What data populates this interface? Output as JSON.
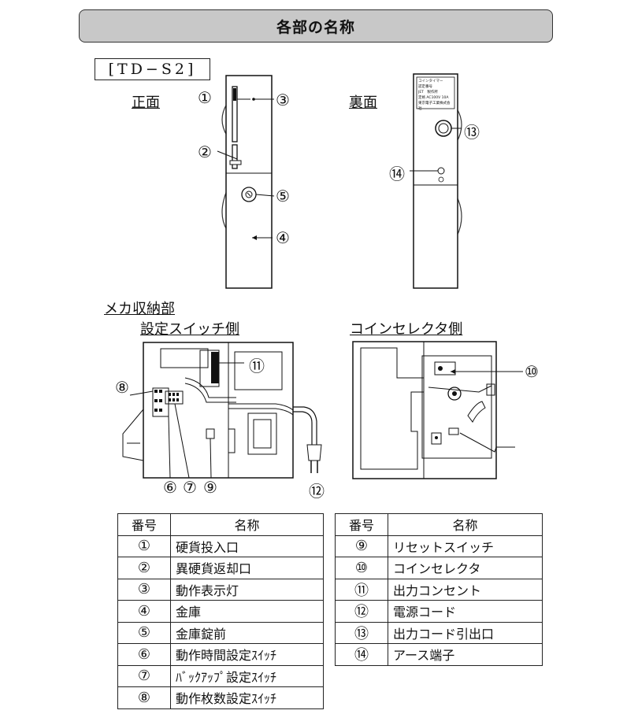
{
  "title": "各部の名称",
  "model": "[TD−S2]",
  "views": {
    "front": "正面",
    "back": "裏面"
  },
  "mecha": {
    "heading": "メカ収納部",
    "switch_side": "設定スイッチ側",
    "selector_side": "コインセレクタ側"
  },
  "rear_plate": {
    "line1": "コインタイマー",
    "line2": "認定番号",
    "line3": "JET　製作所",
    "line4": "定格 AC100V 10A",
    "line5": "東京電子工業株式会社"
  },
  "callouts": {
    "c1": "①",
    "c2": "②",
    "c3": "③",
    "c4": "④",
    "c5": "⑤",
    "c6": "⑥",
    "c7": "⑦",
    "c8": "⑧",
    "c9": "⑨",
    "c10": "⑩",
    "c11": "⑪",
    "c12": "⑫",
    "c13": "⑬",
    "c14": "⑭"
  },
  "table_left": {
    "headers": [
      "番号",
      "名称"
    ],
    "rows": [
      {
        "num": "①",
        "name": "硬貨投入口"
      },
      {
        "num": "②",
        "name": "異硬貨返却口"
      },
      {
        "num": "③",
        "name": "動作表示灯"
      },
      {
        "num": "④",
        "name": "金庫"
      },
      {
        "num": "⑤",
        "name": "金庫錠前"
      },
      {
        "num": "⑥",
        "name": "動作時間設定ｽｲｯﾁ"
      },
      {
        "num": "⑦",
        "name": "ﾊﾞｯｸｱｯﾌﾟ設定ｽｲｯﾁ"
      },
      {
        "num": "⑧",
        "name": "動作枚数設定ｽｲｯﾁ"
      }
    ]
  },
  "table_right": {
    "headers": [
      "番号",
      "名称"
    ],
    "rows": [
      {
        "num": "⑨",
        "name": "リセットスイッチ"
      },
      {
        "num": "⑩",
        "name": "コインセレクタ"
      },
      {
        "num": "⑪",
        "name": "出力コンセント"
      },
      {
        "num": "⑫",
        "name": "電源コード"
      },
      {
        "num": "⑬",
        "name": "出力コード引出口"
      },
      {
        "num": "⑭",
        "name": "アース端子"
      }
    ]
  }
}
